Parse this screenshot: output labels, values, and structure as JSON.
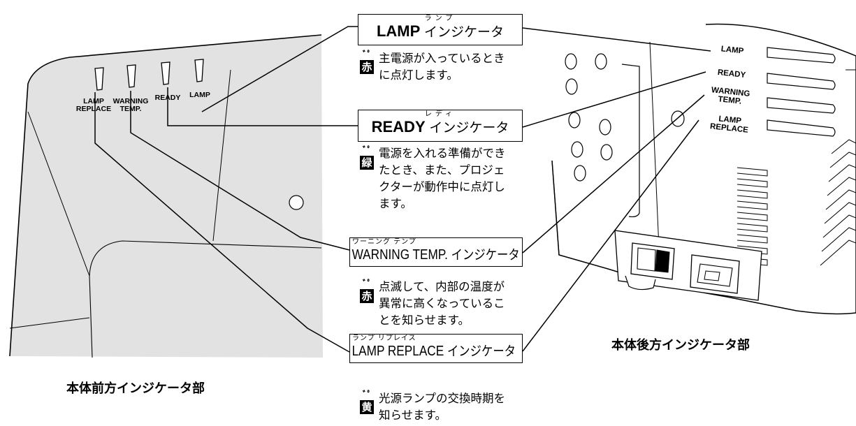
{
  "front_panel": {
    "caption": "本体前方インジケータ部",
    "labels": {
      "lamp_replace": "LAMP\nREPLACE",
      "warning_temp": "WARNING\nTEMP.",
      "ready": "READY",
      "lamp": "LAMP"
    }
  },
  "rear_panel": {
    "caption": "本体後方インジケータ部",
    "labels": {
      "lamp": "LAMP",
      "ready": "READY",
      "warning_temp": "WARNING\nTEMP.",
      "lamp_replace": "LAMP\nREPLACE"
    }
  },
  "callouts": [
    {
      "id": "lamp",
      "ruby": "ランプ",
      "title": "LAMP",
      "suffix": "インジケータ",
      "color_char": "赤",
      "description": "主電源が入っているとき\nに点灯します。"
    },
    {
      "id": "ready",
      "ruby": "レディ",
      "title": "READY",
      "suffix": "インジケータ",
      "color_char": "緑",
      "description": "電源を入れる準備ができ\nたとき、また、プロジェ\nクターが動作中に点灯し\nます。"
    },
    {
      "id": "warning",
      "ruby": "ワーニング テンプ",
      "title": "WARNING TEMP.",
      "suffix": "インジケータ",
      "color_char": "赤",
      "description": "点滅して、内部の温度が\n異常に高くなっているこ\nとを知らせます。"
    },
    {
      "id": "lamp_replace",
      "ruby": "ランプ リプレイス",
      "title": "LAMP REPLACE",
      "suffix": "インジケータ",
      "color_char": "黄",
      "description": "光源ランプの交換時期を\n知らせます。"
    }
  ],
  "icons": {
    "indicator": "blinking-indicator-icon"
  }
}
